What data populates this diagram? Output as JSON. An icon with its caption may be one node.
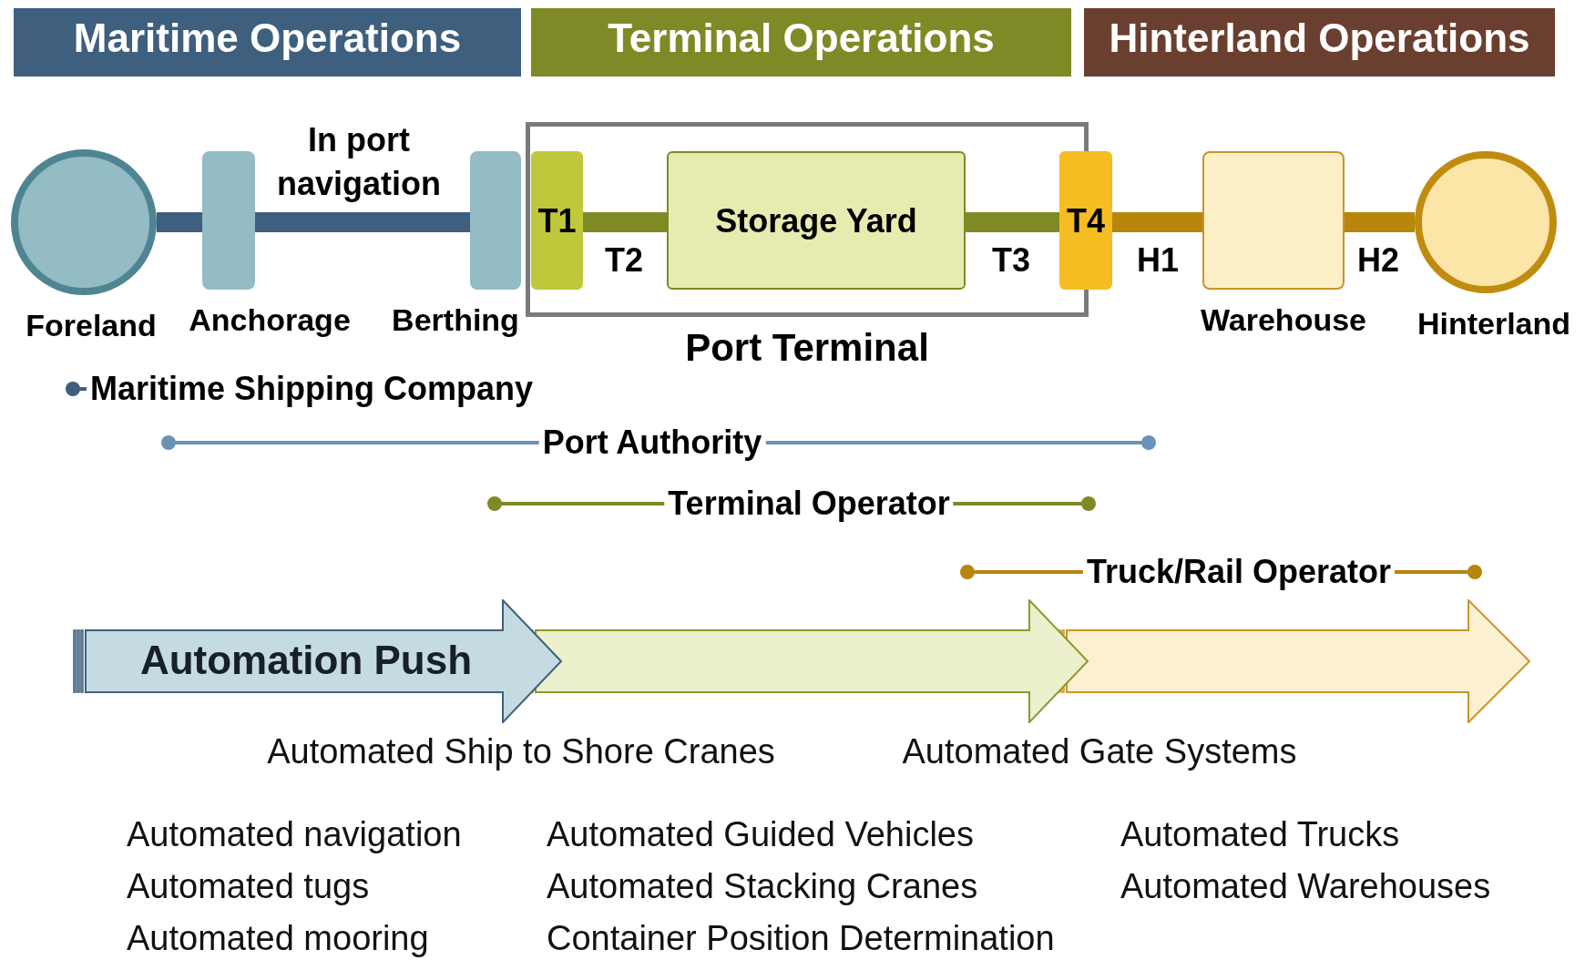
{
  "diagram": {
    "nodes": [
      {
        "text": [
          "Maritime Operations"
        ]
      },
      {
        "text": [
          "Terminal Operations"
        ]
      },
      {
        "text": [
          "Hinterland Operations"
        ]
      },
      {
        "text": [
          "Foreland"
        ]
      },
      {
        "text": [
          "Anchorage"
        ]
      },
      {
        "text": [
          "Berthing"
        ]
      },
      {
        "text": [
          "Port Terminal"
        ]
      },
      {
        "text": [
          "T1"
        ],
        "in": 6
      },
      {
        "text": [
          "Storage Yard"
        ],
        "in": 6
      },
      {
        "text": [
          "T4"
        ]
      },
      {
        "text": [
          "Warehouse"
        ]
      },
      {
        "text": [
          "Hinterland"
        ]
      },
      {
        "text": [
          "Automation Push"
        ]
      }
    ],
    "edges": [
      {
        "from": 3,
        "to": 4,
        "arrow": "none",
        "color": "#3e5f7e"
      },
      {
        "from": 4,
        "to": 5,
        "arrow": "none",
        "label": "In port navigation",
        "color": "#3e5f7e"
      },
      {
        "from": 7,
        "to": 8,
        "arrow": "none",
        "label": "T2",
        "color": "#7f8a26"
      },
      {
        "from": 8,
        "to": 9,
        "arrow": "none",
        "label": "T3",
        "color": "#7f8a26"
      },
      {
        "from": 9,
        "to": 10,
        "arrow": "none",
        "label": "H1",
        "color": "#b8860b"
      },
      {
        "from": 10,
        "to": 11,
        "arrow": "none",
        "label": "H2",
        "color": "#b8860b"
      }
    ],
    "labels": [
      "Maritime Shipping Company",
      "Port Authority",
      "Terminal Operator",
      "Truck/Rail Operator",
      "Automated Ship to Shore Cranes",
      "Automated Gate Systems",
      "Automated navigation",
      "Automated Guided Vehicles",
      "Automated Trucks",
      "Automated tugs",
      "Automated Stacking Cranes",
      "Automated Warehouses",
      "Automated mooring",
      "Container Position Determination"
    ]
  }
}
